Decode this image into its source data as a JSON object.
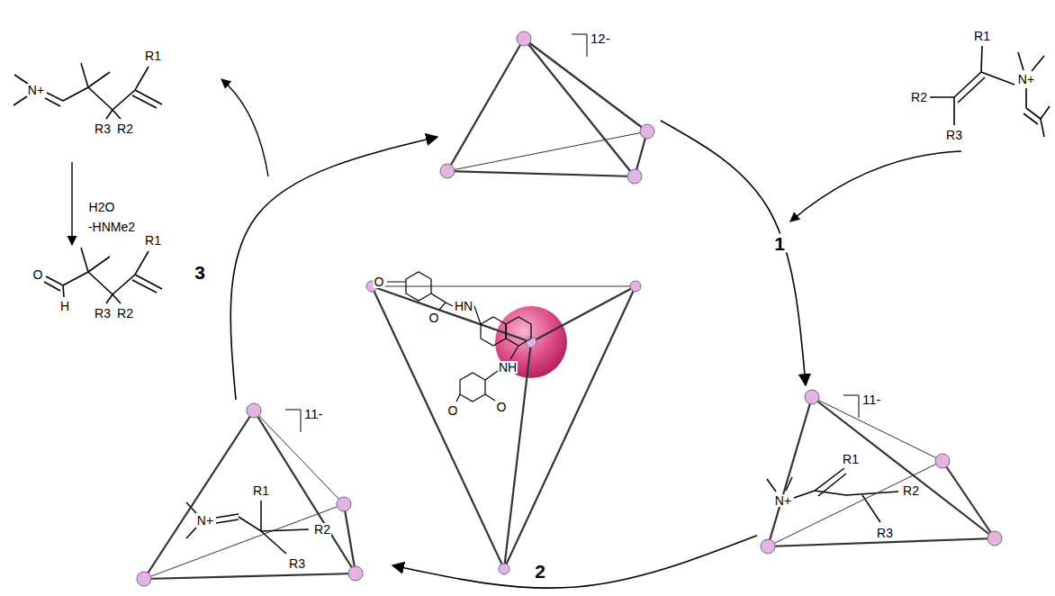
{
  "diagram": {
    "nodes": [
      {
        "text": [
          "12-"
        ]
      },
      {
        "text": [
          "11-"
        ]
      },
      {
        "text": [
          "11-"
        ]
      }
    ],
    "edges": [
      {
        "from": 0,
        "to": 1,
        "label": "1",
        "arrow": "to"
      },
      {
        "from": 1,
        "to": 2,
        "label": "2",
        "arrow": "to"
      },
      {
        "from": 2,
        "to": 0,
        "label": "3",
        "arrow": "to"
      }
    ],
    "labels": [
      "H2O",
      "-HNMe2",
      "N+",
      "R1",
      "R3",
      "R2",
      "O",
      "H",
      "R1",
      "R3",
      "R2",
      "R1",
      "R2",
      "R3",
      "N+",
      "O",
      "O",
      "HN",
      "NH",
      "O",
      "O",
      "N+",
      "R1",
      "R2",
      "R3",
      "N+",
      "R1",
      "R2",
      "R3"
    ]
  }
}
